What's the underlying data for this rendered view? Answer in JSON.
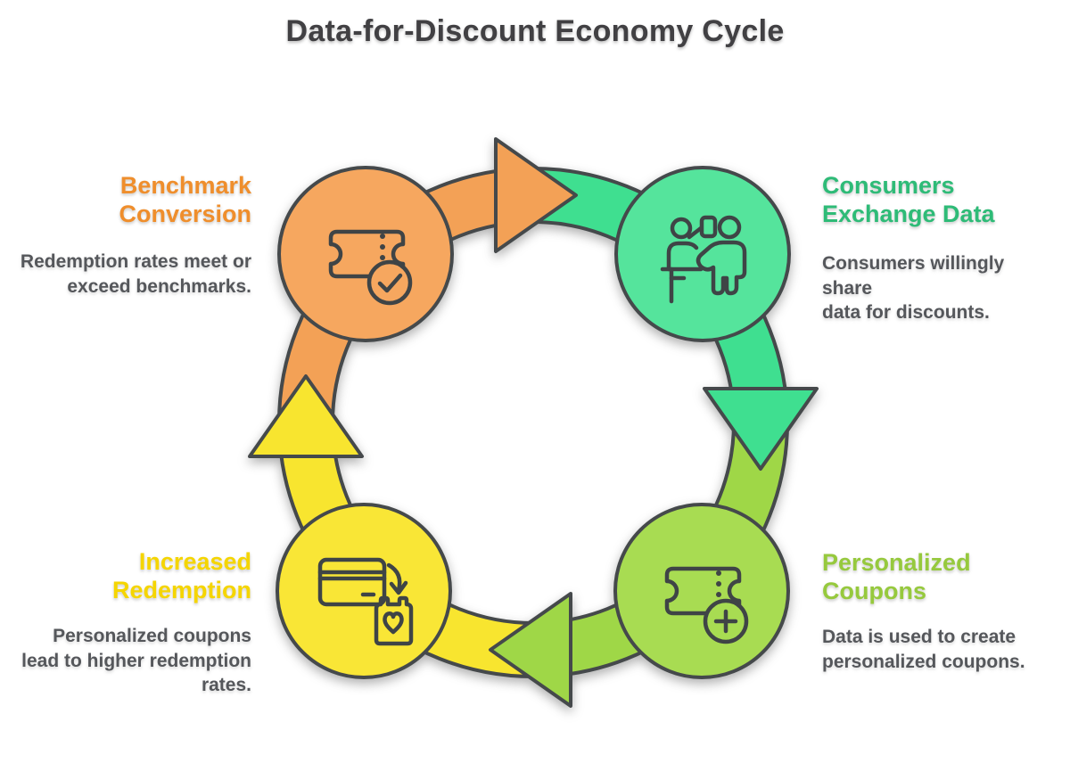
{
  "title": "Data-for-Discount Economy Cycle",
  "colors": {
    "title": "#414043",
    "description": "#55575B",
    "outline": "#45494B",
    "icon_stroke": "#3F4446",
    "orange": "#F3A156",
    "orange_circle": "#F6A75F",
    "orange_heading": "#EF8E2C",
    "green": "#3FDF90",
    "green_circle": "#55E49C",
    "green_heading": "#2EBB77",
    "lime": "#9FD747",
    "lime_circle": "#A8DC52",
    "lime_heading": "#96C93D",
    "yellow": "#F8E52F",
    "yellow_circle": "#F9E636",
    "yellow_heading": "#F5D500"
  },
  "nodes": {
    "benchmark": {
      "label": "Benchmark\nConversion",
      "description": "Redemption rates meet or\nexceed benchmarks.",
      "icon": "ticket-check-icon"
    },
    "consumers": {
      "label": "Consumers\nExchange Data",
      "description": "Consumers willingly share\ndata for discounts.",
      "icon": "people-exchange-icon"
    },
    "coupons": {
      "label": "Personalized\nCoupons",
      "description": "Data is used to create\npersonalized coupons.",
      "icon": "ticket-plus-icon"
    },
    "redemption": {
      "label": "Increased\nRedemption",
      "description": "Personalized coupons\nlead to higher redemption\nrates.",
      "icon": "card-to-bag-icon"
    }
  }
}
